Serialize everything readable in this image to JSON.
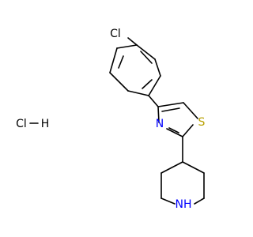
{
  "molecule": {
    "atoms": {
      "chlorine_aryl": {
        "text": "Cl",
        "color": "#000000"
      },
      "nitrogen_thiazole": {
        "text": "N",
        "color": "#0000ff"
      },
      "sulfur_thiazole": {
        "text": "S",
        "color": "#b8a000"
      },
      "nitrogen_piperidine": {
        "text": "NH",
        "color": "#0000ff"
      }
    }
  },
  "salt": {
    "text": "Cl",
    "hydrogen": "H",
    "color": "#000000"
  }
}
